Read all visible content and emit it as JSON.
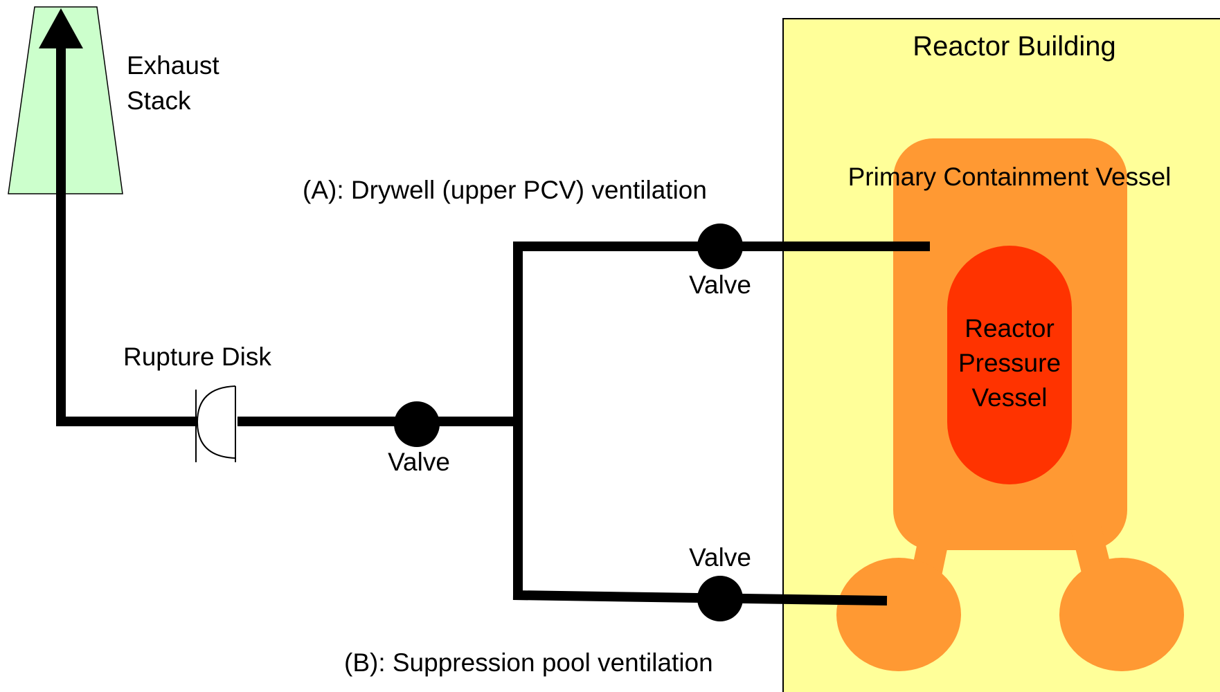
{
  "labels": {
    "exhaust_line1": "Exhaust",
    "exhaust_line2": "Stack",
    "reactor_building": "Reactor Building",
    "pcv": "Primary Containment Vessel",
    "rpv_line1": "Reactor",
    "rpv_line2": "Pressure",
    "rpv_line3": "Vessel",
    "rupture_disk": "Rupture Disk",
    "valve_main": "Valve",
    "valve_a": "Valve",
    "valve_b": "Valve",
    "path_a": "(A): Drywell (upper PCV) ventilation",
    "path_b": "(B): Suppression pool ventilation"
  },
  "colors": {
    "building_fill": "#ffff99",
    "building_stroke": "#000000",
    "pcv_fill": "#ff9933",
    "rpv_fill": "#ff3300",
    "stack_fill": "#ccffcc",
    "pipe": "#000000",
    "valve": "#000000"
  }
}
